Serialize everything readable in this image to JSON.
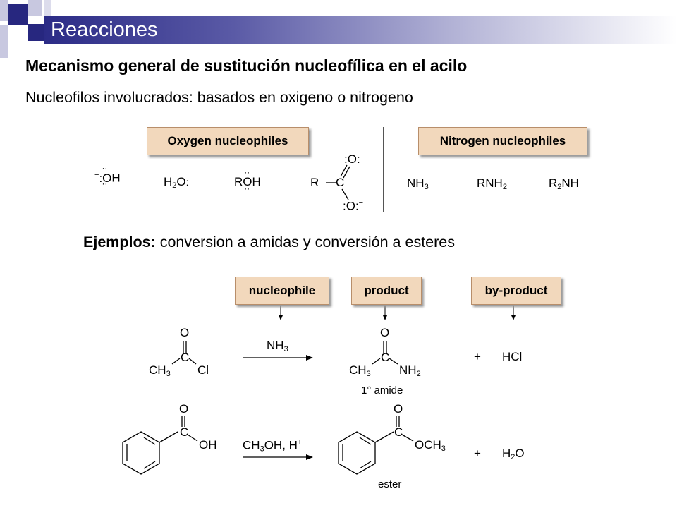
{
  "slide": {
    "title": "Reacciones",
    "subtitle": "Mecanismo general de sustitución nucleofílica en el acilo",
    "intro": "Nucleofilos involucrados: basados en oxigeno o nitrogeno",
    "examples_bold": "Ejemplos:",
    "examples_text": " conversion a amidas y conversión a esteres"
  },
  "nucleophiles": {
    "oxygen_header": "Oxygen nucleophiles",
    "nitrogen_header": "Nitrogen nucleophiles",
    "oxygen": [
      "OH",
      "H2O",
      "ROH",
      "RCO2-"
    ],
    "nitrogen": [
      "NH3",
      "RNH2",
      "R2NH"
    ]
  },
  "reaction_headers": {
    "nucleophile": "nucleophile",
    "product": "product",
    "byproduct": "by-product"
  },
  "reaction1": {
    "reagent": "NH3",
    "byproduct": "HCl",
    "plus": "+",
    "product_label": "1° amide",
    "leaving_group": "Cl"
  },
  "reaction2": {
    "reagent": "CH3OH, H+",
    "byproduct": "H2O",
    "plus": "+",
    "product_label": "ester"
  },
  "colors": {
    "title_bar_start": "#2b2b86",
    "box_fill": "#f2d8bc",
    "square_dark": "#27277f",
    "square_light": "#c8c8e0"
  }
}
